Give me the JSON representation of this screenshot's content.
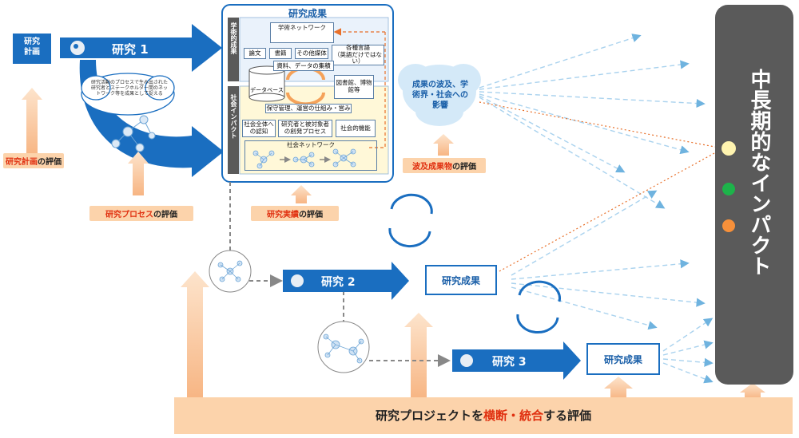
{
  "plan": {
    "label": "研究\n計画"
  },
  "research1": {
    "label": "研究 1"
  },
  "research2": {
    "label": "研究 2"
  },
  "research3": {
    "label": "研究 3"
  },
  "results_box": {
    "title": "研究成果",
    "side_academic": "学術的成果",
    "side_social": "社会インパクト",
    "academic_network": "学術ネットワーク",
    "items": [
      "論文",
      "書籍",
      "その他媒体"
    ],
    "languages": "各種言語\n（英語だけではない）",
    "data_collect": "資料、データの集積",
    "database": "データベース",
    "archives": "図書館、博物館等",
    "preservation": "保守管理、運営の仕組み・営み",
    "social_items": [
      "社会全体への認知",
      "研究者と被対象者の創発プロセス",
      "社会的機能"
    ],
    "social_network": "社会ネットワーク"
  },
  "cloud_process": "研究活動のプロセスで生み出された研究者とステークホルダー間のネットワーク等を成果として捉える",
  "ripple": "成果の波及、学術界・社会への影響",
  "eval_plan": {
    "main": "研究計画",
    "suffix": "の評価"
  },
  "eval_process": {
    "main": "研究プロセス",
    "suffix": "の評価"
  },
  "eval_results": {
    "main": "研究実績",
    "suffix": "の評価"
  },
  "eval_ripple": {
    "main": "波及成果物",
    "suffix": "の評価"
  },
  "result2": "研究成果",
  "result3": "研究成果",
  "impact_title": "中長期的なインパクト",
  "bottom_banner": {
    "prefix": "研究プロジェクトを",
    "highlight": "横断・統合",
    "suffix": "する評価"
  },
  "colors": {
    "blue": "#1a6ec0",
    "peach": "#fcd3ab",
    "red": "#e03010",
    "dark": "#5a5a5a",
    "dot_yellow": "#fff4b0",
    "dot_green": "#1db34a",
    "dot_orange": "#f7903a"
  }
}
